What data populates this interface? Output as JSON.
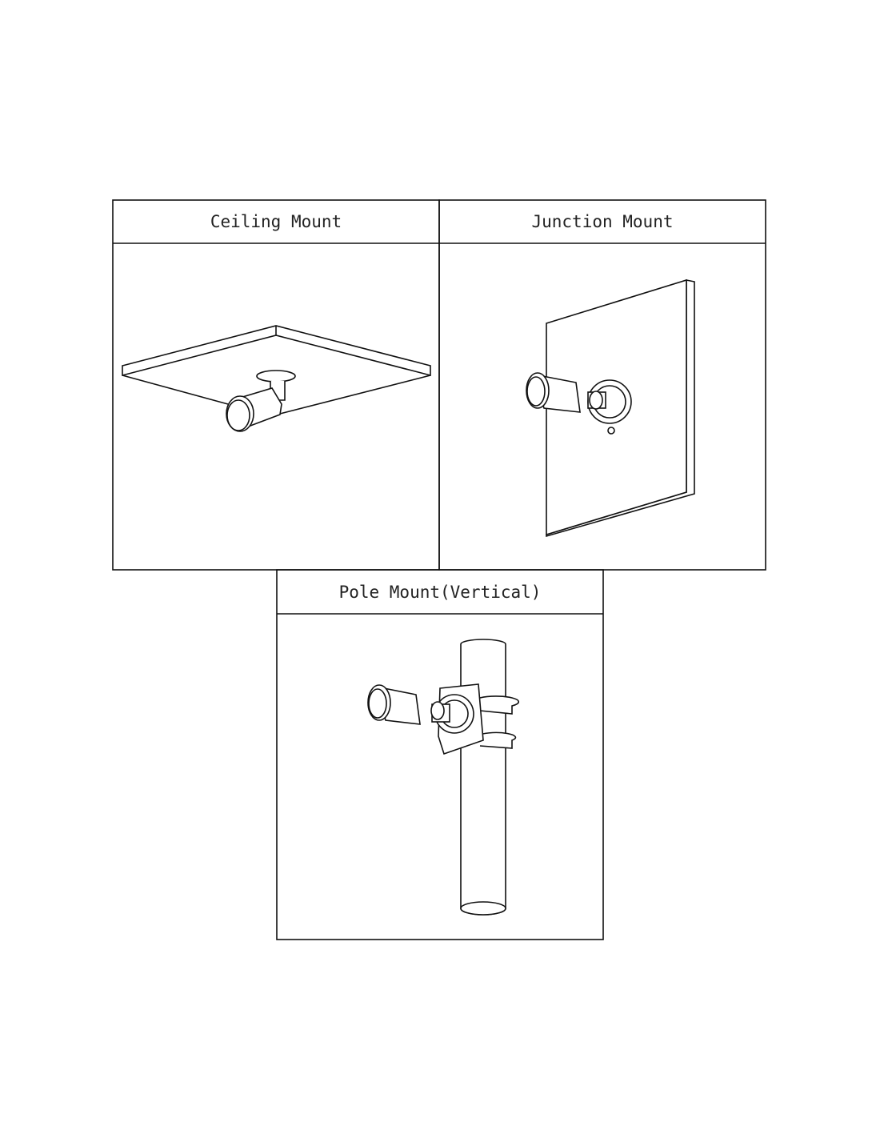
{
  "panels": [
    {
      "title": "Ceiling Mount"
    },
    {
      "title": "Junction Mount"
    },
    {
      "title": "Pole Mount(Vertical)"
    }
  ]
}
